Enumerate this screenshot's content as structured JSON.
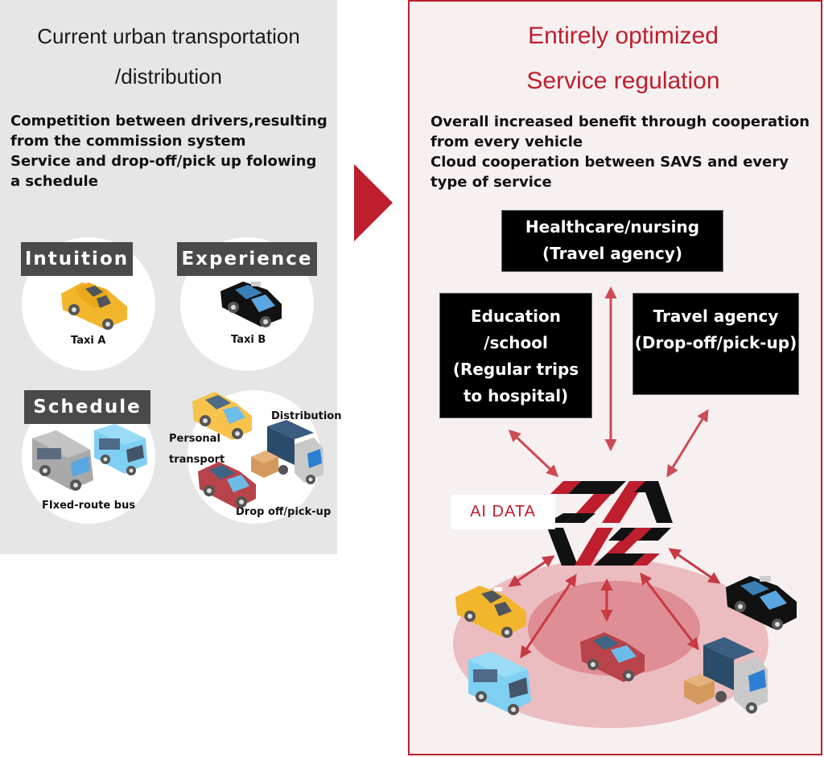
{
  "left_panel": {
    "title_line1": "Current urban transportation",
    "title_line2": "/distribution",
    "description": [
      "Competition between drivers,resulting",
      "from the commission system",
      "Service and drop-off/pick up folowing",
      "a schedule"
    ],
    "groups": [
      {
        "tag": "Intuition",
        "vehicle_label": "Taxi A",
        "vehicle_icon": "yellow-taxi-icon"
      },
      {
        "tag": "Experience",
        "vehicle_label": "Taxi B",
        "vehicle_icon": "black-taxi-icon"
      },
      {
        "tag": "Schedule",
        "vehicle_label": "FIxed-route bus",
        "vehicle_icon": "bus-icon"
      },
      {
        "tag": "",
        "labels": [
          "Distribution",
          "Personal",
          "transport",
          "Drop off/pick-up"
        ],
        "vehicle_icon": "mixed-vehicles-icon"
      }
    ]
  },
  "transition_arrow_icon": "right-triangle-arrow-icon",
  "right_panel": {
    "title_line1": "Entirely optimized",
    "title_line2": "Service regulation",
    "description": [
      "Overall increased benefit through cooperation",
      "from every vehicle",
      "Cloud cooperation between SAVS and every",
      "type of service"
    ],
    "services": [
      {
        "lines": [
          "Healthcare/nursing",
          "(Travel agency)"
        ]
      },
      {
        "lines": [
          "Education",
          "/school",
          "(Regular trips",
          "to hospital)"
        ]
      },
      {
        "lines": [
          "Travel agency",
          "(Drop-off/pick-up)"
        ]
      }
    ],
    "hub_label": "AI DATA",
    "hub_logo": "SAVS",
    "fleet": [
      "yellow-taxi",
      "bus",
      "red-car",
      "black-taxi",
      "delivery-truck"
    ]
  },
  "colors": {
    "accent_red": "#be1e2d",
    "tag_gray": "#4a4a4a",
    "panel_gray": "#e6e6e6",
    "panel_pink": "#f7f0f0"
  }
}
